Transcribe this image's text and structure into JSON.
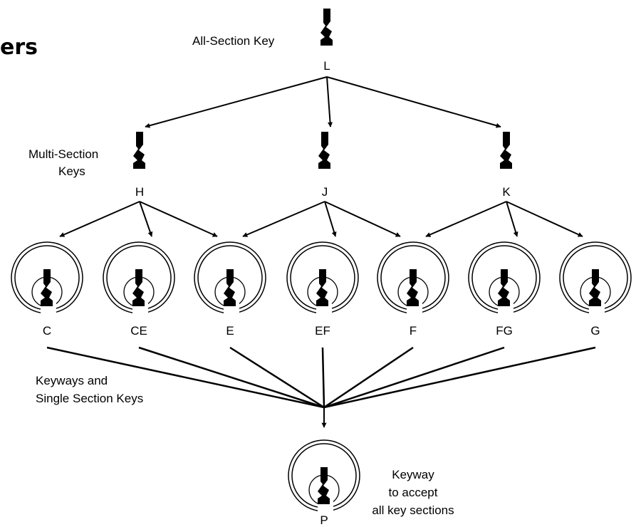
{
  "header_fragment": "ers",
  "labels": {
    "all_section_key": "All-Section Key",
    "multi_section_line1": "Multi-Section",
    "multi_section_line2": "Keys",
    "keyways_line1": "Keyways and",
    "keyways_line2": "Single Section Keys",
    "keyway_p_line1": "Keyway",
    "keyway_p_line2": "to accept",
    "keyway_p_line3": "all key sections"
  },
  "top_key": {
    "letter": "L"
  },
  "multi_keys": [
    {
      "letter": "H",
      "targets": [
        "C",
        "CE",
        "E"
      ]
    },
    {
      "letter": "J",
      "targets": [
        "E",
        "EF",
        "F"
      ]
    },
    {
      "letter": "K",
      "targets": [
        "F",
        "FG",
        "G"
      ]
    }
  ],
  "keyways": [
    {
      "letter": "C"
    },
    {
      "letter": "CE"
    },
    {
      "letter": "E"
    },
    {
      "letter": "EF"
    },
    {
      "letter": "F"
    },
    {
      "letter": "FG"
    },
    {
      "letter": "G"
    }
  ],
  "master_keyway": {
    "letter": "P"
  },
  "colors": {
    "ink": "#000000",
    "background": "#ffffff"
  }
}
